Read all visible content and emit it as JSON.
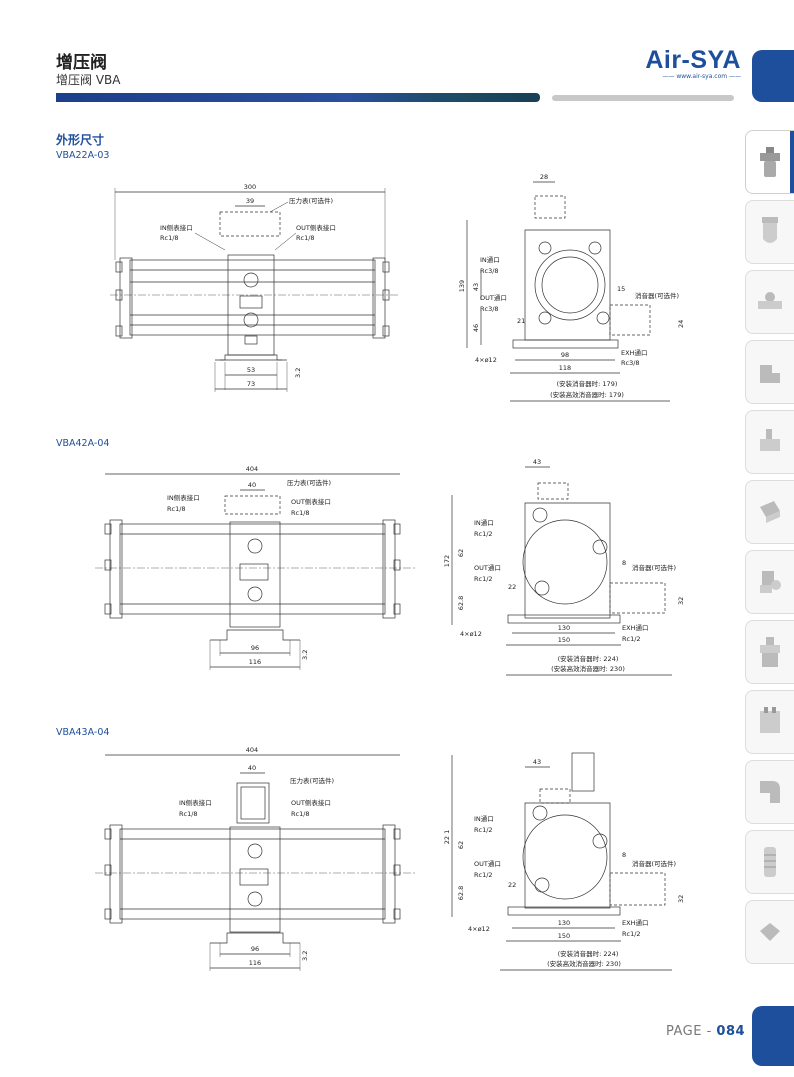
{
  "header": {
    "title": "增压阀",
    "subtitle": "增压阀 VBA",
    "logo_text": "Air-SYA",
    "logo_url": "—— www.air-sya.com ——"
  },
  "section": {
    "title": "外形尺寸"
  },
  "models": [
    {
      "name": "VBA22A-03",
      "front": {
        "overall": "300",
        "gauge_w": "39",
        "gauge": "压力表(可选件)",
        "in_port": "IN侧表接口",
        "in_size": "Rc1/8",
        "out_port": "OUT侧表接口",
        "out_size": "Rc1/8",
        "foot_w1": "53",
        "foot_w2": "73",
        "thick": "3.2"
      },
      "side": {
        "top_w": "28",
        "height": "139",
        "h1": "43",
        "h2": "46",
        "in_port": "IN通口",
        "in_size": "Rc3/8",
        "out_port": "OUT通口",
        "out_size": "Rc3/8",
        "silencer": "消音器(可选件)",
        "sil_dim": "15",
        "sil_h": "24",
        "exh_port": "EXH通口",
        "exh_size": "Rc3/8",
        "holes": "4×ø12",
        "off": "21",
        "w1": "98",
        "w2": "118",
        "note1": "(安装消音器时: 179)",
        "note2": "(安装高效消音器时: 179)"
      }
    },
    {
      "name": "VBA42A-04",
      "front": {
        "overall": "404",
        "gauge_w": "40",
        "gauge": "压力表(可选件)",
        "in_port": "IN侧表接口",
        "in_size": "Rc1/8",
        "out_port": "OUT侧表接口",
        "out_size": "Rc1/8",
        "foot_w1": "96",
        "foot_w2": "116",
        "thick": "3.2"
      },
      "side": {
        "top_w": "43",
        "height": "172",
        "h1": "62",
        "h2": "62.8",
        "in_port": "IN通口",
        "in_size": "Rc1/2",
        "out_port": "OUT通口",
        "out_size": "Rc1/2",
        "silencer": "消音器(可选件)",
        "sil_dim": "8",
        "sil_h": "32",
        "exh_port": "EXH通口",
        "exh_size": "Rc1/2",
        "holes": "4×ø12",
        "off": "22",
        "w1": "130",
        "w2": "150",
        "note1": "(安装消音器时: 224)",
        "note2": "(安装高效消音器时: 230)"
      }
    },
    {
      "name": "VBA43A-04",
      "front": {
        "overall": "404",
        "gauge_w": "40",
        "gauge": "压力表(可选件)",
        "in_port": "IN侧表接口",
        "in_size": "Rc1/8",
        "out_port": "OUT侧表接口",
        "out_size": "Rc1/8",
        "foot_w1": "96",
        "foot_w2": "116",
        "thick": "3.2"
      },
      "side": {
        "top_w": "43",
        "height": "22 1",
        "h1": "62",
        "h2": "62.8",
        "in_port": "IN通口",
        "in_size": "Rc1/2",
        "out_port": "OUT通口",
        "out_size": "Rc1/2",
        "silencer": "消音器(可选件)",
        "sil_dim": "8",
        "sil_h": "32",
        "exh_port": "EXH通口",
        "exh_size": "Rc1/2",
        "holes": "4×ø12",
        "off": "22",
        "w1": "130",
        "w2": "150",
        "note1": "(安装消音器时: 224)",
        "note2": "(安装高效消音器时: 230)"
      }
    }
  ],
  "page": {
    "prefix": "PAGE - ",
    "number": "084"
  },
  "side_nav_icons": [
    "regulator-icon",
    "filter-icon",
    "valve-icon",
    "elbow-icon",
    "solenoid-icon",
    "cylinder-icon",
    "actuator-icon",
    "unit-icon",
    "block-icon",
    "fitting-icon",
    "cartridge-icon",
    "gripper-icon"
  ],
  "colors": {
    "accent": "#1e4f9c",
    "line": "#333333"
  }
}
